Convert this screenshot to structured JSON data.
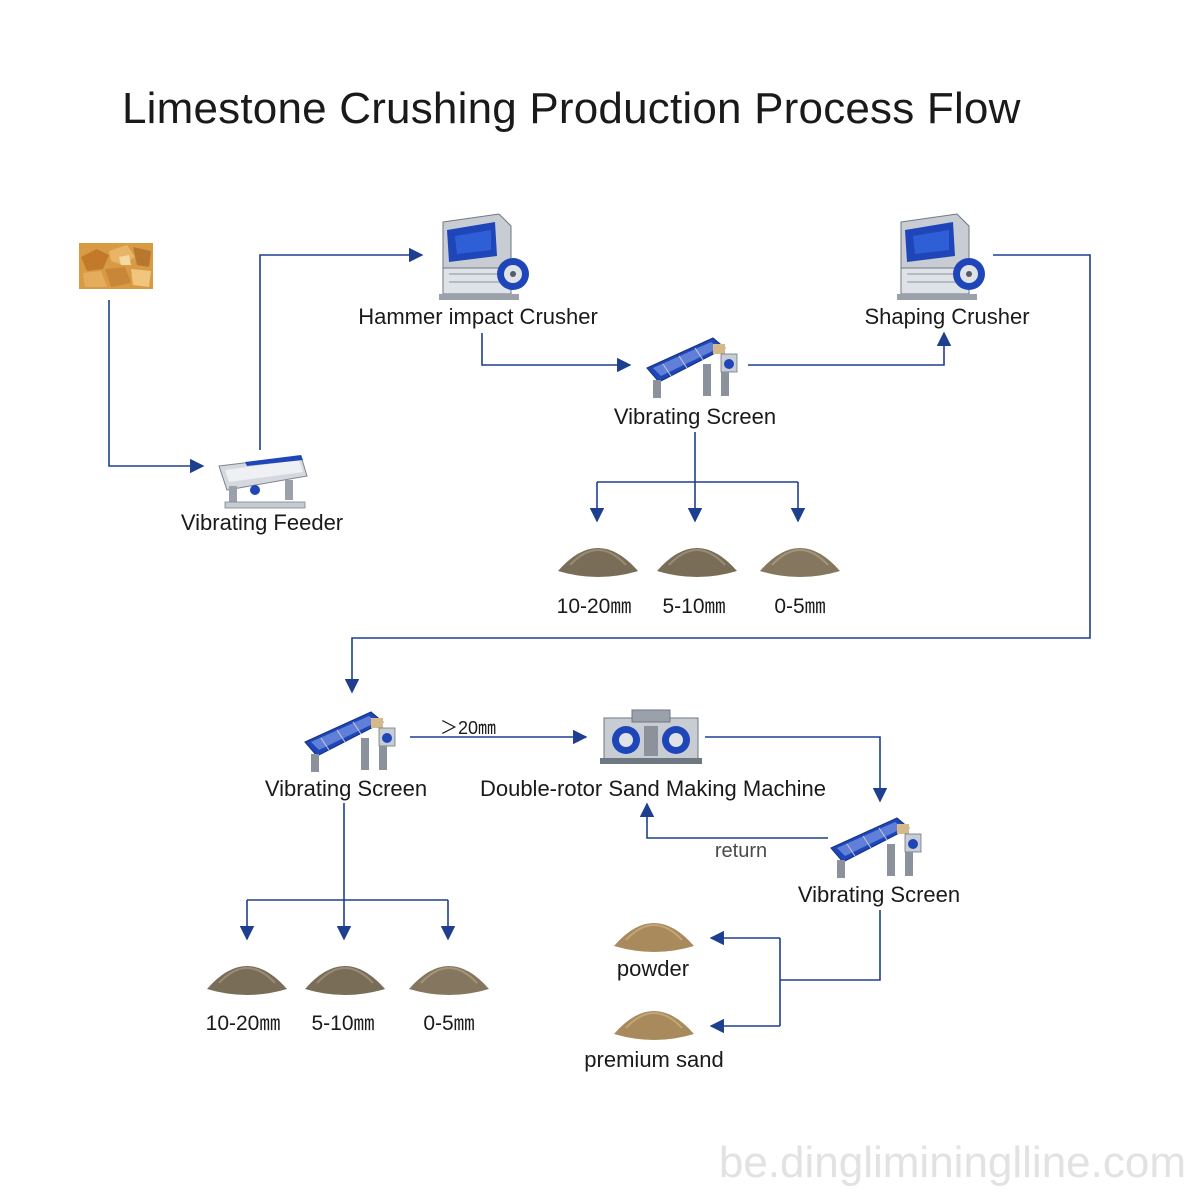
{
  "title": "Limestone Crushing Production Process Flow",
  "nodes": {
    "raw_material": {
      "icon": "limestone-rocks-icon"
    },
    "vibrating_feeder": {
      "label": "Vibrating Feeder",
      "icon": "vibrating-feeder-icon"
    },
    "hammer_impact_crusher": {
      "label": "Hammer impact Crusher",
      "icon": "hammer-impact-crusher-icon"
    },
    "vibrating_screen_1": {
      "label": "Vibrating Screen",
      "icon": "vibrating-screen-icon"
    },
    "shaping_crusher": {
      "label": "Shaping Crusher",
      "icon": "shaping-crusher-icon"
    },
    "vibrating_screen_2": {
      "label": "Vibrating Screen",
      "icon": "vibrating-screen-icon"
    },
    "sand_making_machine": {
      "label": "Double-rotor Sand Making Machine",
      "icon": "double-rotor-sand-making-machine-icon"
    },
    "vibrating_screen_3": {
      "label": "Vibrating Screen",
      "icon": "vibrating-screen-icon"
    }
  },
  "products_1": [
    "10-20㎜",
    "5-10㎜",
    "0-5㎜"
  ],
  "products_2": [
    "10-20㎜",
    "5-10㎜",
    "0-5㎜"
  ],
  "final_products": {
    "powder": "powder",
    "premium_sand": "premium sand"
  },
  "edge_labels": {
    "oversize": "＞20㎜",
    "return": "return"
  },
  "watermark": "be.dinglimininglline.com",
  "colors": {
    "arrow": "#1e3f8f",
    "machine_blue": "#1f46b8",
    "machine_grey": "#b9bec6",
    "sand": "#8a7a62"
  }
}
